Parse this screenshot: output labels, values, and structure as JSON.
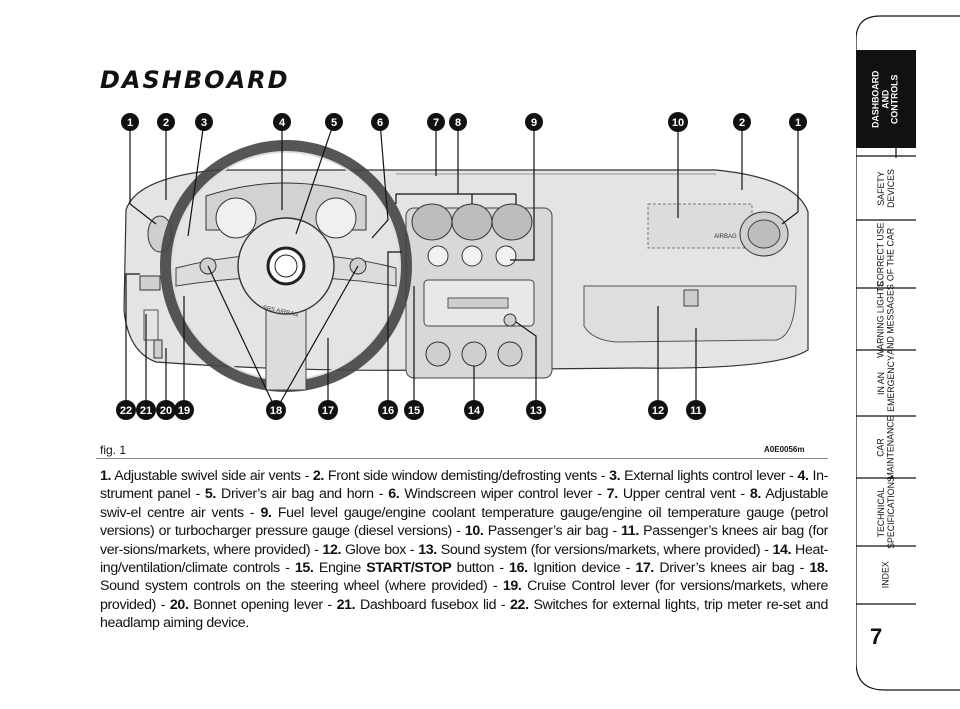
{
  "page": {
    "title": "DASHBOARD",
    "figure_caption": "fig. 1",
    "figure_code": "A0E0056m",
    "page_number": "7",
    "airbag_label": "AIRBAG",
    "steering_airbag_label": "SRS AIRBAG"
  },
  "callouts_top": [
    "1",
    "2",
    "3",
    "4",
    "5",
    "6",
    "7",
    "8",
    "9",
    "10",
    "2",
    "1"
  ],
  "callouts_bottom": [
    "22",
    "21",
    "20",
    "19",
    "18",
    "17",
    "16",
    "15",
    "14",
    "13",
    "12",
    "11"
  ],
  "legend": [
    {
      "num": "1.",
      "text": "Adjustable swivel side air vents - "
    },
    {
      "num": "2.",
      "text": "Front side window demisting/defrosting vents - "
    },
    {
      "num": "3.",
      "text": "External lights control lever - "
    },
    {
      "num": "4.",
      "text": "In-strument panel - "
    },
    {
      "num": "5.",
      "text": "Driver’s air bag and horn - "
    },
    {
      "num": "6.",
      "text": "Windscreen wiper control lever - "
    },
    {
      "num": "7.",
      "text": "Upper central vent - "
    },
    {
      "num": "8.",
      "text": "Adjustable swiv-el centre air vents - "
    },
    {
      "num": "9.",
      "text": "Fuel level gauge/engine coolant temperature gauge/engine oil temperature gauge (petrol versions) or turbocharger pressure gauge (diesel versions) - "
    },
    {
      "num": "10.",
      "text": "Passenger’s air bag - "
    },
    {
      "num": "11.",
      "text": "Passenger’s knees air bag (for ver-sions/markets, where provided) - "
    },
    {
      "num": "12.",
      "text": "Glove box - "
    },
    {
      "num": "13.",
      "text": "Sound system (for versions/markets, where provided) - "
    },
    {
      "num": "14.",
      "text": "Heat-ing/ventilation/climate controls - "
    },
    {
      "num": "15.",
      "text": "Engine ",
      "bold_word": "START/STOP",
      "after": " button - "
    },
    {
      "num": "16.",
      "text": "Ignition device - "
    },
    {
      "num": "17.",
      "text": "Driver’s knees air bag - "
    },
    {
      "num": "18.",
      "text": "Sound system controls on the steering wheel (where provided) - "
    },
    {
      "num": "19.",
      "text": "Cruise Control lever (for versions/markets, where provided) - "
    },
    {
      "num": "20.",
      "text": "Bonnet opening lever - "
    },
    {
      "num": "21.",
      "text": "Dashboard fusebox lid - "
    },
    {
      "num": "22.",
      "text": "Switches for external lights, trip meter re-set and headlamp aiming device."
    }
  ],
  "sidebar": {
    "tabs": [
      {
        "label": "DASHBOARD\nAND\nCONTROLS",
        "active": true
      },
      {
        "label": "SAFETY\nDEVICES",
        "active": false
      },
      {
        "label": "CORRECT USE\nOF THE CAR",
        "active": false
      },
      {
        "label": "WARNING LIGHTS\nAND MESSAGES",
        "active": false
      },
      {
        "label": "IN AN\nEMERGENCY",
        "active": false
      },
      {
        "label": "CAR\nMAINTENANCE",
        "active": false
      },
      {
        "label": "TECHNICAL\nSPECIFICATIONS",
        "active": false
      },
      {
        "label": "INDEX",
        "active": false
      }
    ]
  },
  "colors": {
    "text": "#111111",
    "active_tab": "#111111",
    "line": "#222222",
    "panel": "#e6e6e6"
  }
}
